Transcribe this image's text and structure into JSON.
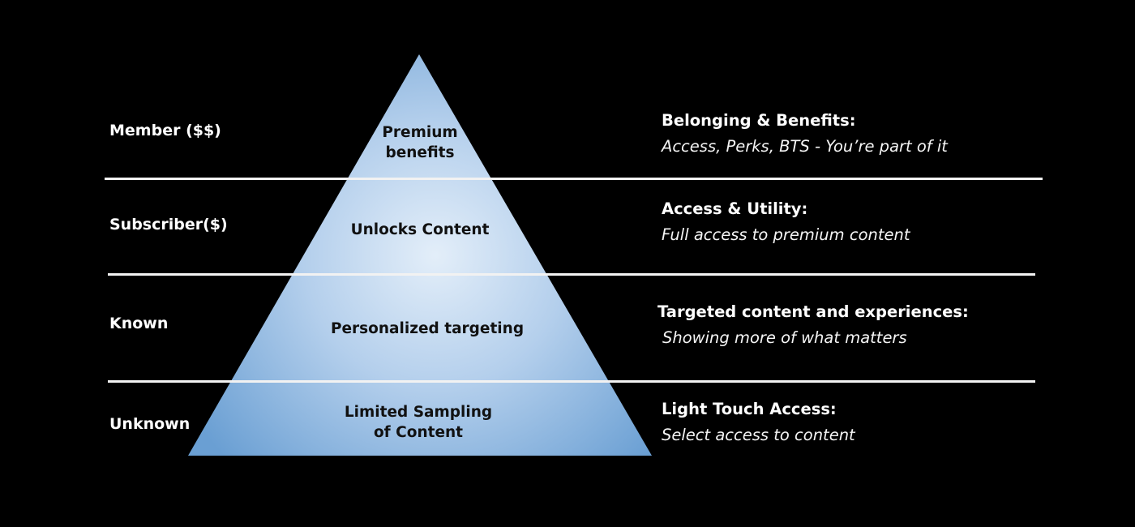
{
  "tiers": [
    {
      "level": "Member ($$)",
      "pyramid_text": [
        "Premium",
        "benefits"
      ],
      "desc_title": "Belonging & Benefits:",
      "desc_sub": "Access, Perks, BTS - You’re part of it"
    },
    {
      "level": "Subscriber($)",
      "pyramid_text": [
        "Unlocks Content"
      ],
      "desc_title": "Access & Utility:",
      "desc_sub": "Full access to premium content"
    },
    {
      "level": "Known",
      "pyramid_text": [
        "Personalized targeting"
      ],
      "desc_title": "Targeted content and experiences:",
      "desc_sub": "Showing more of what matters"
    },
    {
      "level": "Unknown",
      "pyramid_text": [
        "Limited Sampling",
        "of Content"
      ],
      "desc_title": "Light Touch Access:",
      "desc_sub": "Select access to content"
    }
  ],
  "colors": {
    "background": "#000000",
    "pyramid_light": "#e3eef9",
    "pyramid_dark": "#6a9fd3",
    "divider": "#f2f2f2",
    "label_text": "#ffffff",
    "pyramid_text": "#111111"
  }
}
